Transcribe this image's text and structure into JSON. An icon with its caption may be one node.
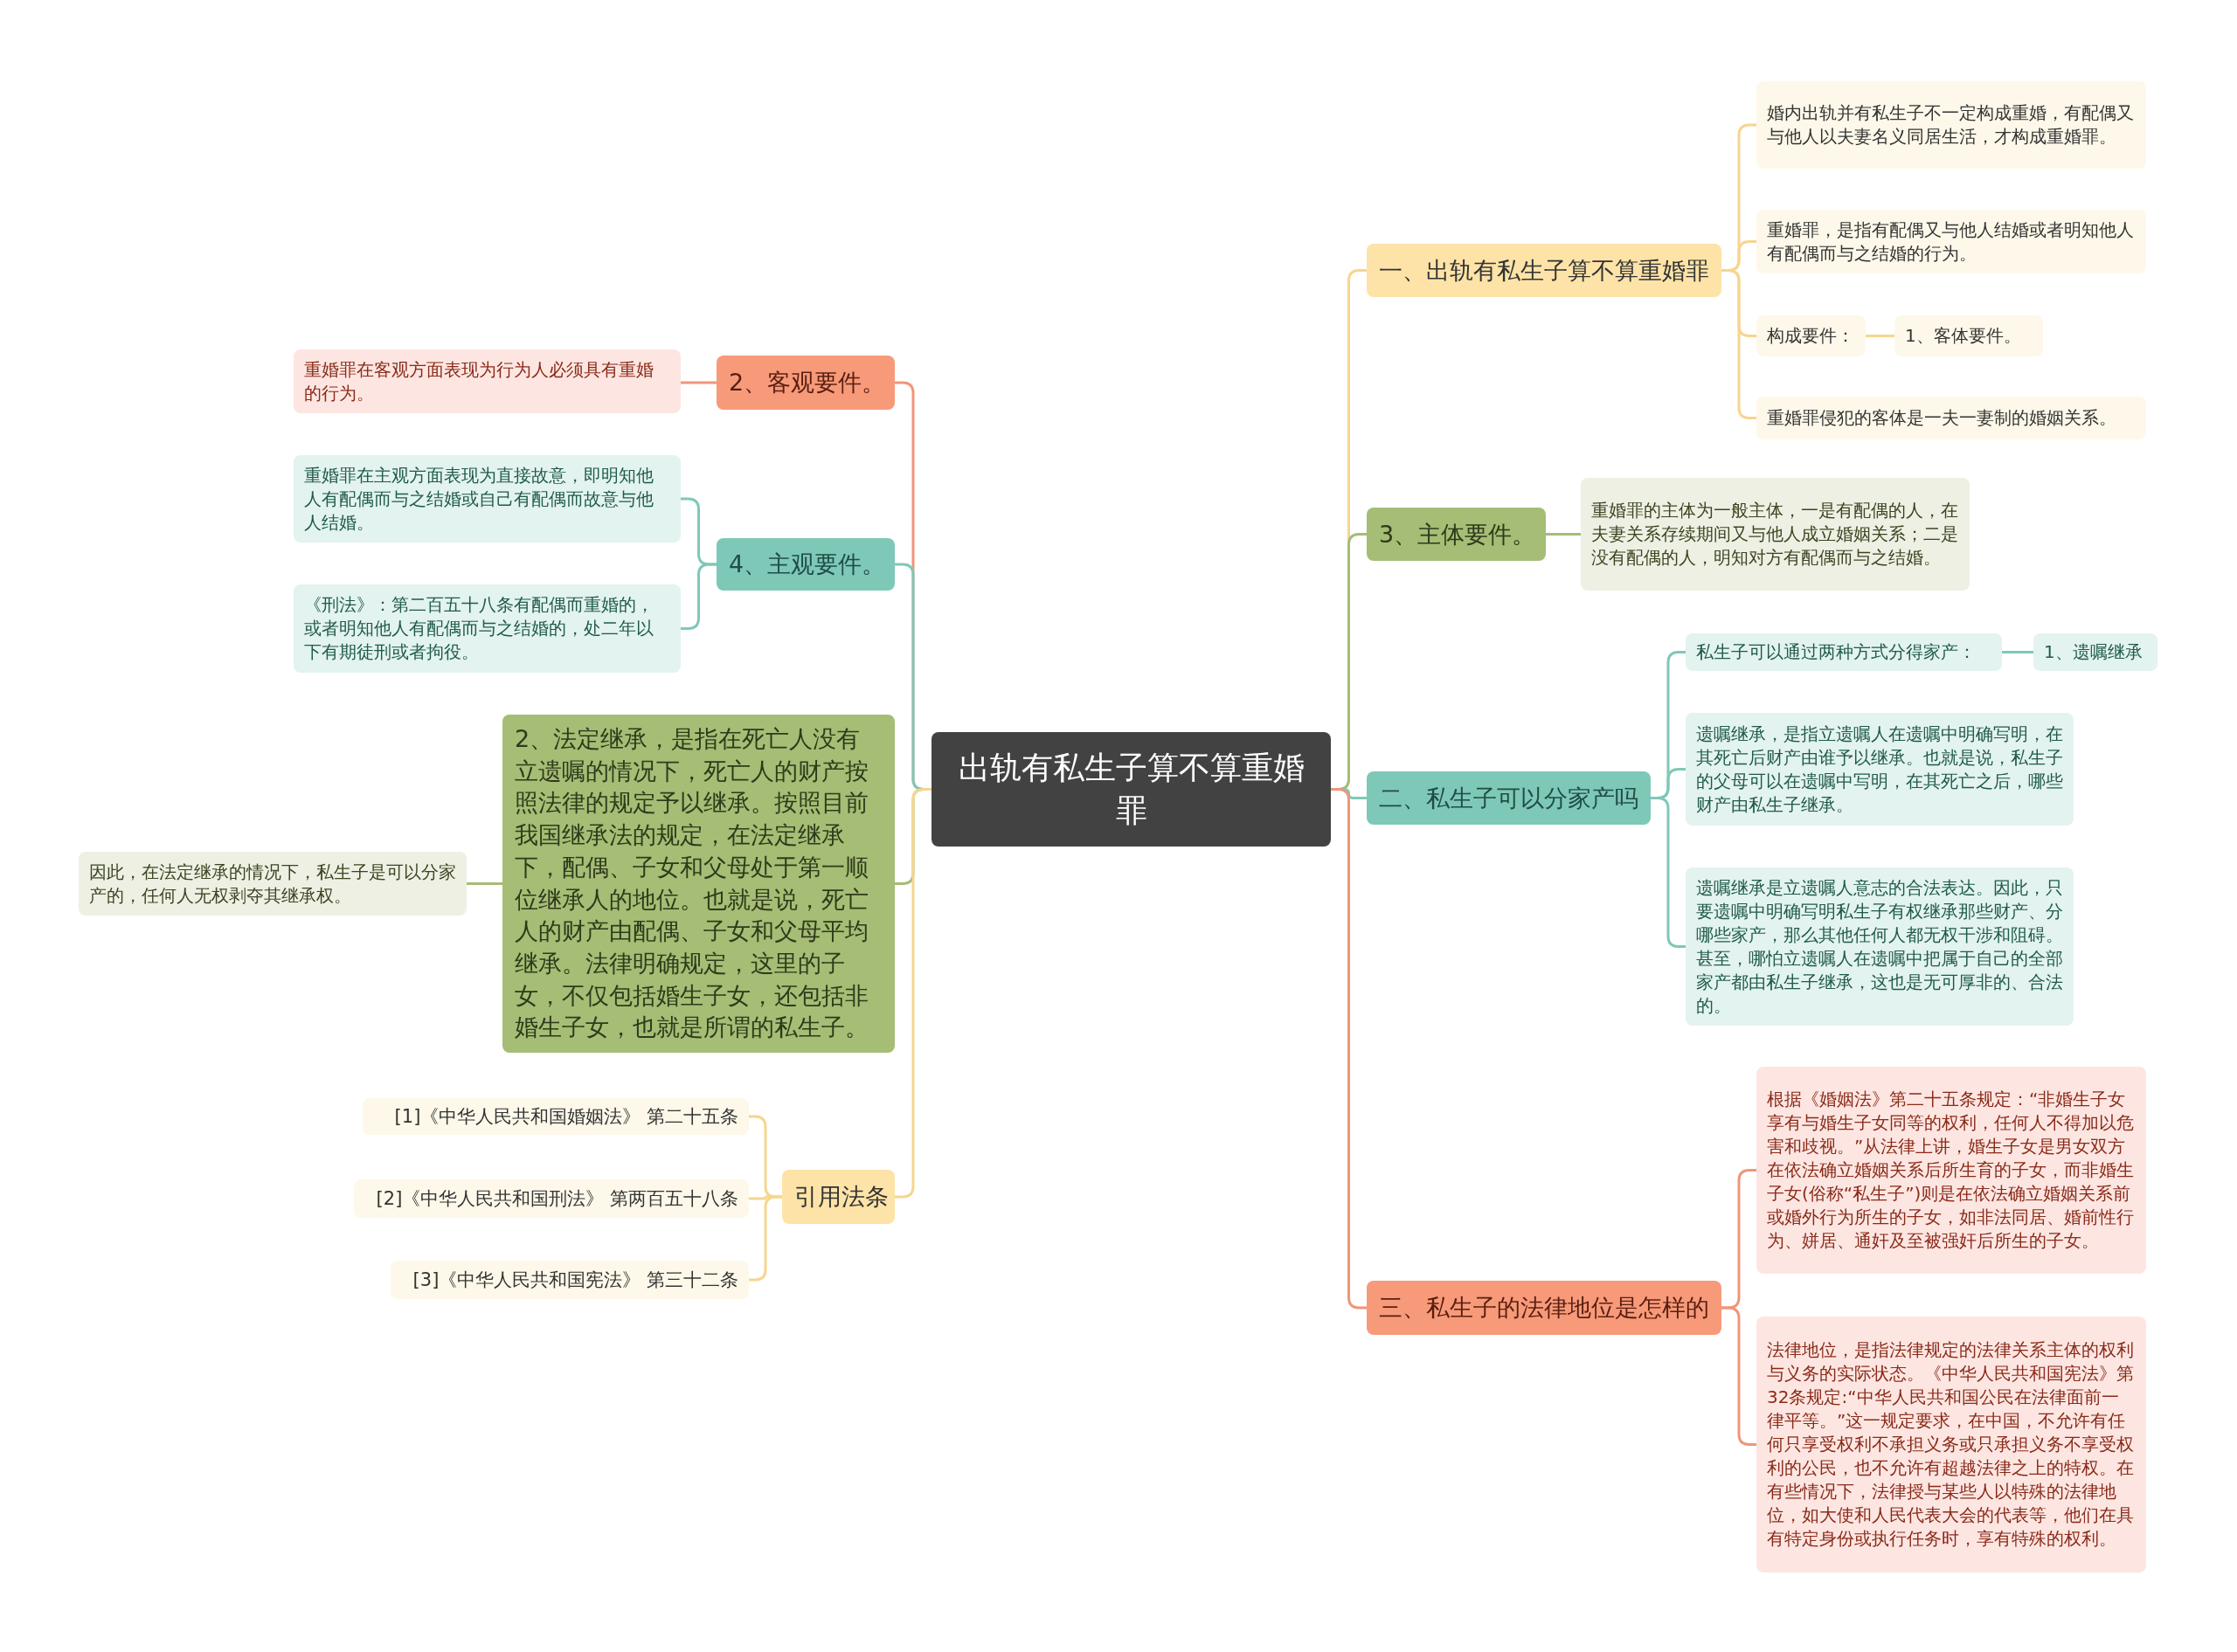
{
  "diagram": {
    "nodes": [
      {
        "text": [
          "出轨有私生子算不算重婚罪"
        ]
      },
      {
        "text": [
          "一、出轨有私生子算不算重婚罪"
        ]
      },
      {
        "text": [
          "婚内出轨并有私生子不一定构成重婚，有配偶又与他人以夫妻名义同居生活，才构成重婚罪。"
        ]
      },
      {
        "text": [
          "重婚罪，是指有配偶又与他人结婚或者明知他人有配偶而与之结婚的行为。"
        ]
      },
      {
        "text": [
          "构成要件："
        ]
      },
      {
        "text": [
          "1、客体要件。"
        ]
      },
      {
        "text": [
          "重婚罪侵犯的客体是一夫一妻制的婚姻关系。"
        ]
      },
      {
        "text": [
          "3、主体要件。"
        ]
      },
      {
        "text": [
          "重婚罪的主体为一般主体，一是有配偶的人，在夫妻关系存续期间又与他人成立婚姻关系；二是没有配偶的人，明知对方有配偶而与之结婚。"
        ]
      },
      {
        "text": [
          "二、私生子可以分家产吗"
        ]
      },
      {
        "text": [
          "私生子可以通过两种方式分得家产："
        ]
      },
      {
        "text": [
          "1、遗嘱继承"
        ]
      },
      {
        "text": [
          "遗嘱继承，是指立遗嘱人在遗嘱中明确写明，在其死亡后财产由谁予以继承。也就是说，私生子的父母可以在遗嘱中写明，在其死亡之后，哪些财产由私生子继承。"
        ]
      },
      {
        "text": [
          "遗嘱继承是立遗嘱人意志的合法表达。因此，只要遗嘱中明确写明私生子有权继承那些财产、分哪些家产，那么其他任何人都无权干涉和阻碍。甚至，哪怕立遗嘱人在遗嘱中把属于自己的全部家产都由私生子继承，这也是无可厚非的、合法的。"
        ]
      },
      {
        "text": [
          "三、私生子的法律地位是怎样的"
        ]
      },
      {
        "text": [
          "根据《婚姻法》第二十五条规定：“非婚生子女享有与婚生子女同等的权利，任何人不得加以危害和歧视。”从法律上讲，婚生子女是男女双方在依法确立婚姻关系后所生育的子女，而非婚生子女(俗称“私生子”)则是在依法确立婚姻关系前或婚外行为所生的子女，如非法同居、婚前性行为、姘居、通奸及至被强奸后所生的子女。"
        ]
      },
      {
        "text": [
          "法律地位，是指法律规定的法律关系主体的权利与义务的实际状态。《中华人民共和国宪法》第32条规定:“中华人民共和国公民在法律面前一律平等。”这一规定要求，在中国，不允许有任何只享受权利不承担义务或只承担义务不享受权利的公民，也不允许有超越法律之上的特权。在有些情况下，法律授与某些人以特殊的法律地位，如大使和人民代表大会的代表等，他们在具有特定身份或执行任务时，享有特殊的权利。"
        ]
      },
      {
        "text": [
          "2、客观要件。"
        ]
      },
      {
        "text": [
          "重婚罪在客观方面表现为行为人必须具有重婚的行为。"
        ]
      },
      {
        "text": [
          "4、主观要件。"
        ]
      },
      {
        "text": [
          "重婚罪在主观方面表现为直接故意，即明知他人有配偶而与之结婚或自己有配偶而故意与他人结婚。"
        ]
      },
      {
        "text": [
          "《刑法》：第二百五十八条有配偶而重婚的，或者明知他人有配偶而与之结婚的，处二年以下有期徒刑或者拘役。"
        ]
      },
      {
        "text": [
          "2、法定继承，是指在死亡人没有立遗嘱的情况下，死亡人的财产按照法律的规定予以继承。按照目前我国继承法的规定，在法定继承下，配偶、子女和父母处于第一顺位继承人的地位。也就是说，死亡人的财产由配偶、子女和父母平均继承。法律明确规定，这里的子女，不仅包括婚生子女，还包括非婚生子女，也就是所谓的私生子。"
        ]
      },
      {
        "text": [
          "因此，在法定继承的情况下，私生子是可以分家产的，任何人无权剥夺其继承权。"
        ]
      },
      {
        "text": [
          "引用法条"
        ]
      },
      {
        "text": [
          "[1]《中华人民共和国婚姻法》 第二十五条"
        ]
      },
      {
        "text": [
          "[2]《中华人民共和国刑法》 第两百五十八条"
        ]
      },
      {
        "text": [
          "[3]《中华人民共和国宪法》 第三十二条"
        ]
      }
    ],
    "edges": [
      {
        "from": 0,
        "to": 1,
        "arrow": "none",
        "color": "#f6d58e"
      },
      {
        "from": 1,
        "to": 2,
        "arrow": "none",
        "color": "#f6d58e"
      },
      {
        "from": 1,
        "to": 3,
        "arrow": "none",
        "color": "#f6d58e"
      },
      {
        "from": 1,
        "to": 4,
        "arrow": "none",
        "color": "#f6d58e"
      },
      {
        "from": 4,
        "to": 5,
        "arrow": "none",
        "color": "#f6d58e"
      },
      {
        "from": 1,
        "to": 6,
        "arrow": "none",
        "color": "#f6d58e"
      },
      {
        "from": 0,
        "to": 7,
        "arrow": "none",
        "color": "#a5bd75"
      },
      {
        "from": 7,
        "to": 8,
        "arrow": "none",
        "color": "#a5bd75"
      },
      {
        "from": 0,
        "to": 9,
        "arrow": "none",
        "color": "#7ec8b8"
      },
      {
        "from": 9,
        "to": 10,
        "arrow": "none",
        "color": "#7ec8b8"
      },
      {
        "from": 10,
        "to": 11,
        "arrow": "none",
        "color": "#7ec8b8"
      },
      {
        "from": 9,
        "to": 12,
        "arrow": "none",
        "color": "#7ec8b8"
      },
      {
        "from": 9,
        "to": 13,
        "arrow": "none",
        "color": "#7ec8b8"
      },
      {
        "from": 0,
        "to": 14,
        "arrow": "none",
        "color": "#f0957a"
      },
      {
        "from": 14,
        "to": 15,
        "arrow": "none",
        "color": "#f0957a"
      },
      {
        "from": 14,
        "to": 16,
        "arrow": "none",
        "color": "#f0957a"
      },
      {
        "from": 0,
        "to": 17,
        "arrow": "none",
        "color": "#f0957a"
      },
      {
        "from": 17,
        "to": 18,
        "arrow": "none",
        "color": "#f0957a"
      },
      {
        "from": 0,
        "to": 19,
        "arrow": "none",
        "color": "#7ec8b8"
      },
      {
        "from": 19,
        "to": 20,
        "arrow": "none",
        "color": "#7ec8b8"
      },
      {
        "from": 19,
        "to": 21,
        "arrow": "none",
        "color": "#7ec8b8"
      },
      {
        "from": 0,
        "to": 22,
        "arrow": "none",
        "color": "#a5bd75"
      },
      {
        "from": 22,
        "to": 23,
        "arrow": "none",
        "color": "#a5bd75"
      },
      {
        "from": 0,
        "to": 24,
        "arrow": "none",
        "color": "#f6d58e"
      },
      {
        "from": 24,
        "to": 25,
        "arrow": "none",
        "color": "#f6d58e"
      },
      {
        "from": 24,
        "to": 26,
        "arrow": "none",
        "color": "#f6d58e"
      },
      {
        "from": 24,
        "to": 27,
        "arrow": "none",
        "color": "#f6d58e"
      }
    ]
  }
}
